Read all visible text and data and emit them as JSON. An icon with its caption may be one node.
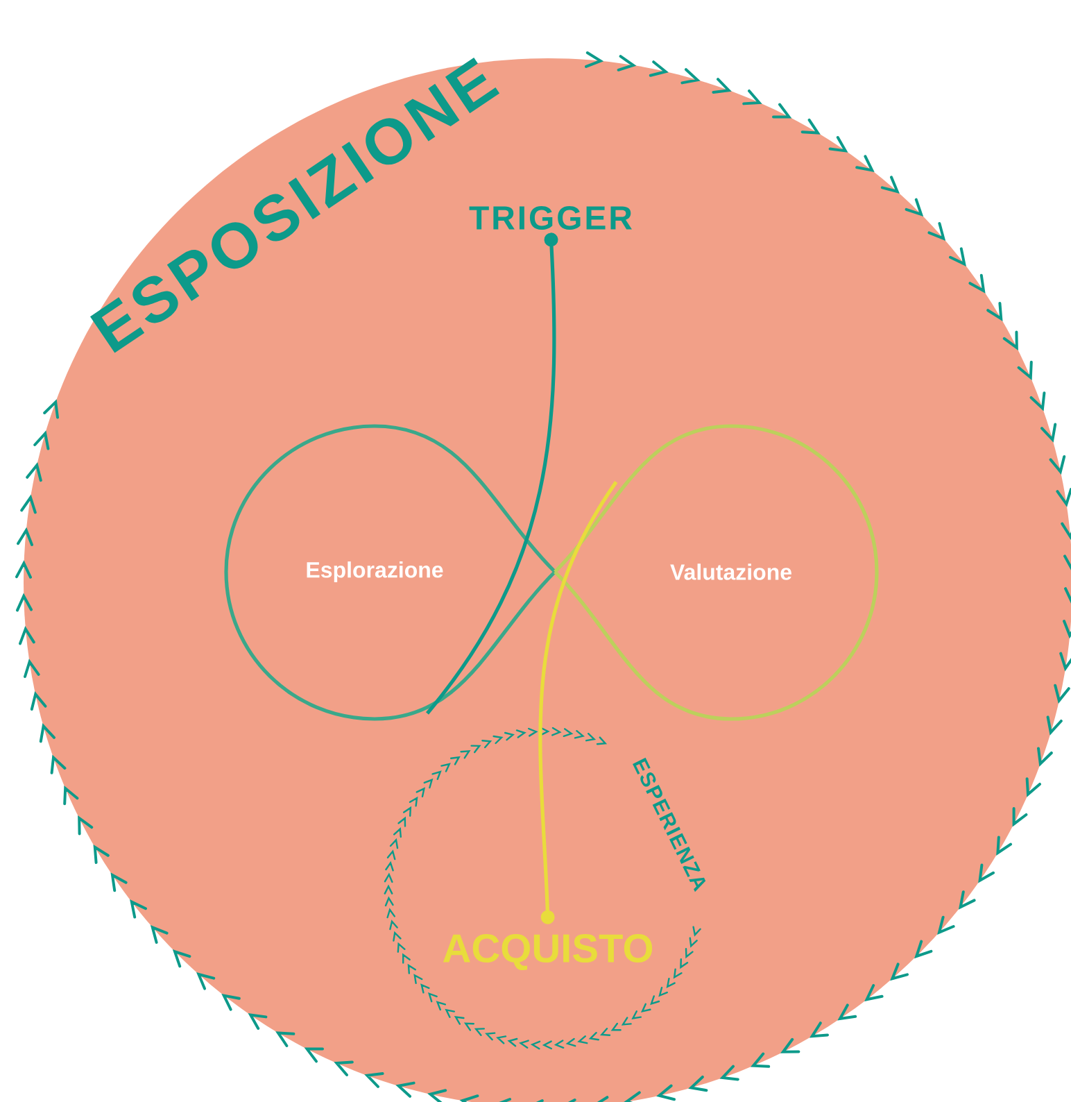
{
  "diagram": {
    "nodes": [
      {
        "text": [
          "ESPOSIZIONE"
        ]
      },
      {
        "text": [
          "TRIGGER"
        ],
        "in": 0
      },
      {
        "text": [
          "Esplorazione"
        ],
        "in": 0
      },
      {
        "text": [
          "Valutazione"
        ],
        "in": 0
      },
      {
        "text": [
          "ESPERIENZA"
        ],
        "in": 0
      },
      {
        "text": [
          "ACQUISTO"
        ],
        "in": 4
      }
    ],
    "edges": [
      {
        "from": 1,
        "to": 2,
        "arrow": "other",
        "color": "#0d9a8a"
      },
      {
        "from": 5,
        "to": 3,
        "arrow": "other",
        "color": "#e8dc3c"
      }
    ]
  }
}
